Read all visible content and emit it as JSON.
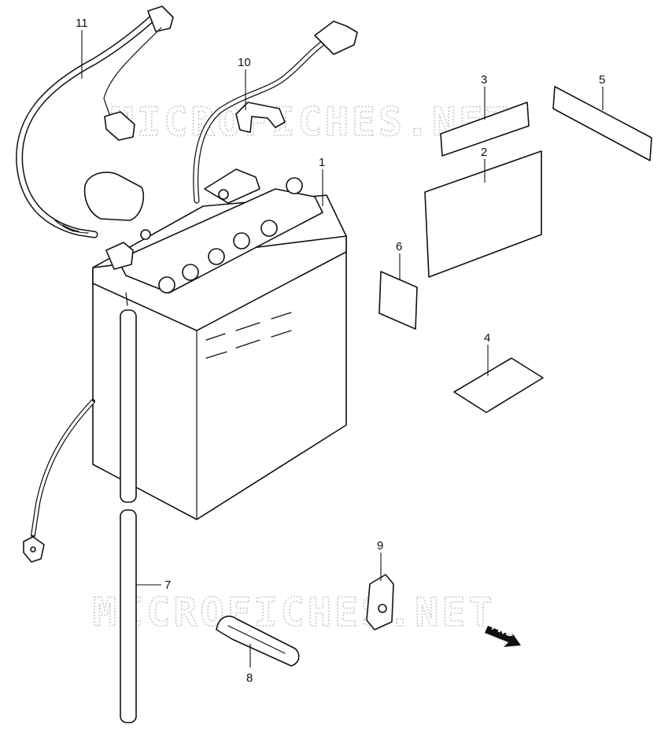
{
  "watermark": {
    "top": "MICROFICHES.NET",
    "bottom": "MICROFICHES.NET"
  },
  "callouts": [
    {
      "id": "1",
      "label": "1"
    },
    {
      "id": "2",
      "label": "2"
    },
    {
      "id": "3",
      "label": "3"
    },
    {
      "id": "4",
      "label": "4"
    },
    {
      "id": "5",
      "label": "5"
    },
    {
      "id": "6",
      "label": "6"
    },
    {
      "id": "7",
      "label": "7"
    },
    {
      "id": "8",
      "label": "8"
    },
    {
      "id": "9",
      "label": "9"
    },
    {
      "id": "10",
      "label": "10"
    },
    {
      "id": "11",
      "label": "11"
    }
  ],
  "fwd_arrow": {
    "label": "FWD"
  },
  "colors": {
    "line": "#111111",
    "watermark": "#c8c8c8",
    "background": "#ffffff"
  }
}
